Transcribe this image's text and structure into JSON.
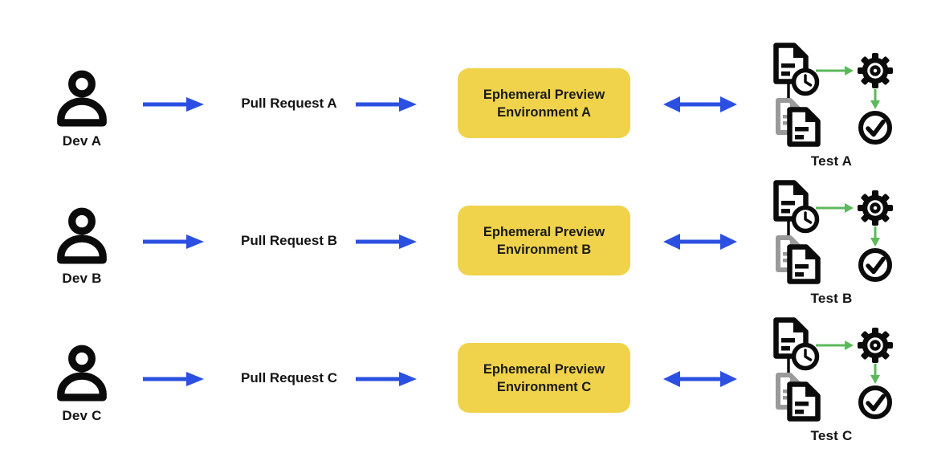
{
  "colors": {
    "background": "#ffffff",
    "environment_box_yellow": "#F0D34B",
    "flow_arrow_blue": "#2B50E1",
    "pipeline_arrow_green": "#5CB85C",
    "icon_ink": "#0b0b0b",
    "copy_document_gray": "#9A9A9A"
  },
  "icons": {
    "developer": "person-icon",
    "flow": "arrow-right-icon",
    "sync": "double-arrow-icon",
    "pending_document": "document-clock-icon",
    "document_copies": "documents-copy-icon",
    "pipeline": "gear-icon",
    "result": "check-circle-icon"
  },
  "rows": [
    {
      "dev": "Dev A",
      "pull_request": "Pull Request A",
      "env_line1": "Ephemeral Preview",
      "env_line2": "Environment A",
      "test": "Test A"
    },
    {
      "dev": "Dev B",
      "pull_request": "Pull Request B",
      "env_line1": "Ephemeral Preview",
      "env_line2": "Environment B",
      "test": "Test B"
    },
    {
      "dev": "Dev C",
      "pull_request": "Pull Request C",
      "env_line1": "Ephemeral Preview",
      "env_line2": "Environment C",
      "test": "Test C"
    }
  ]
}
